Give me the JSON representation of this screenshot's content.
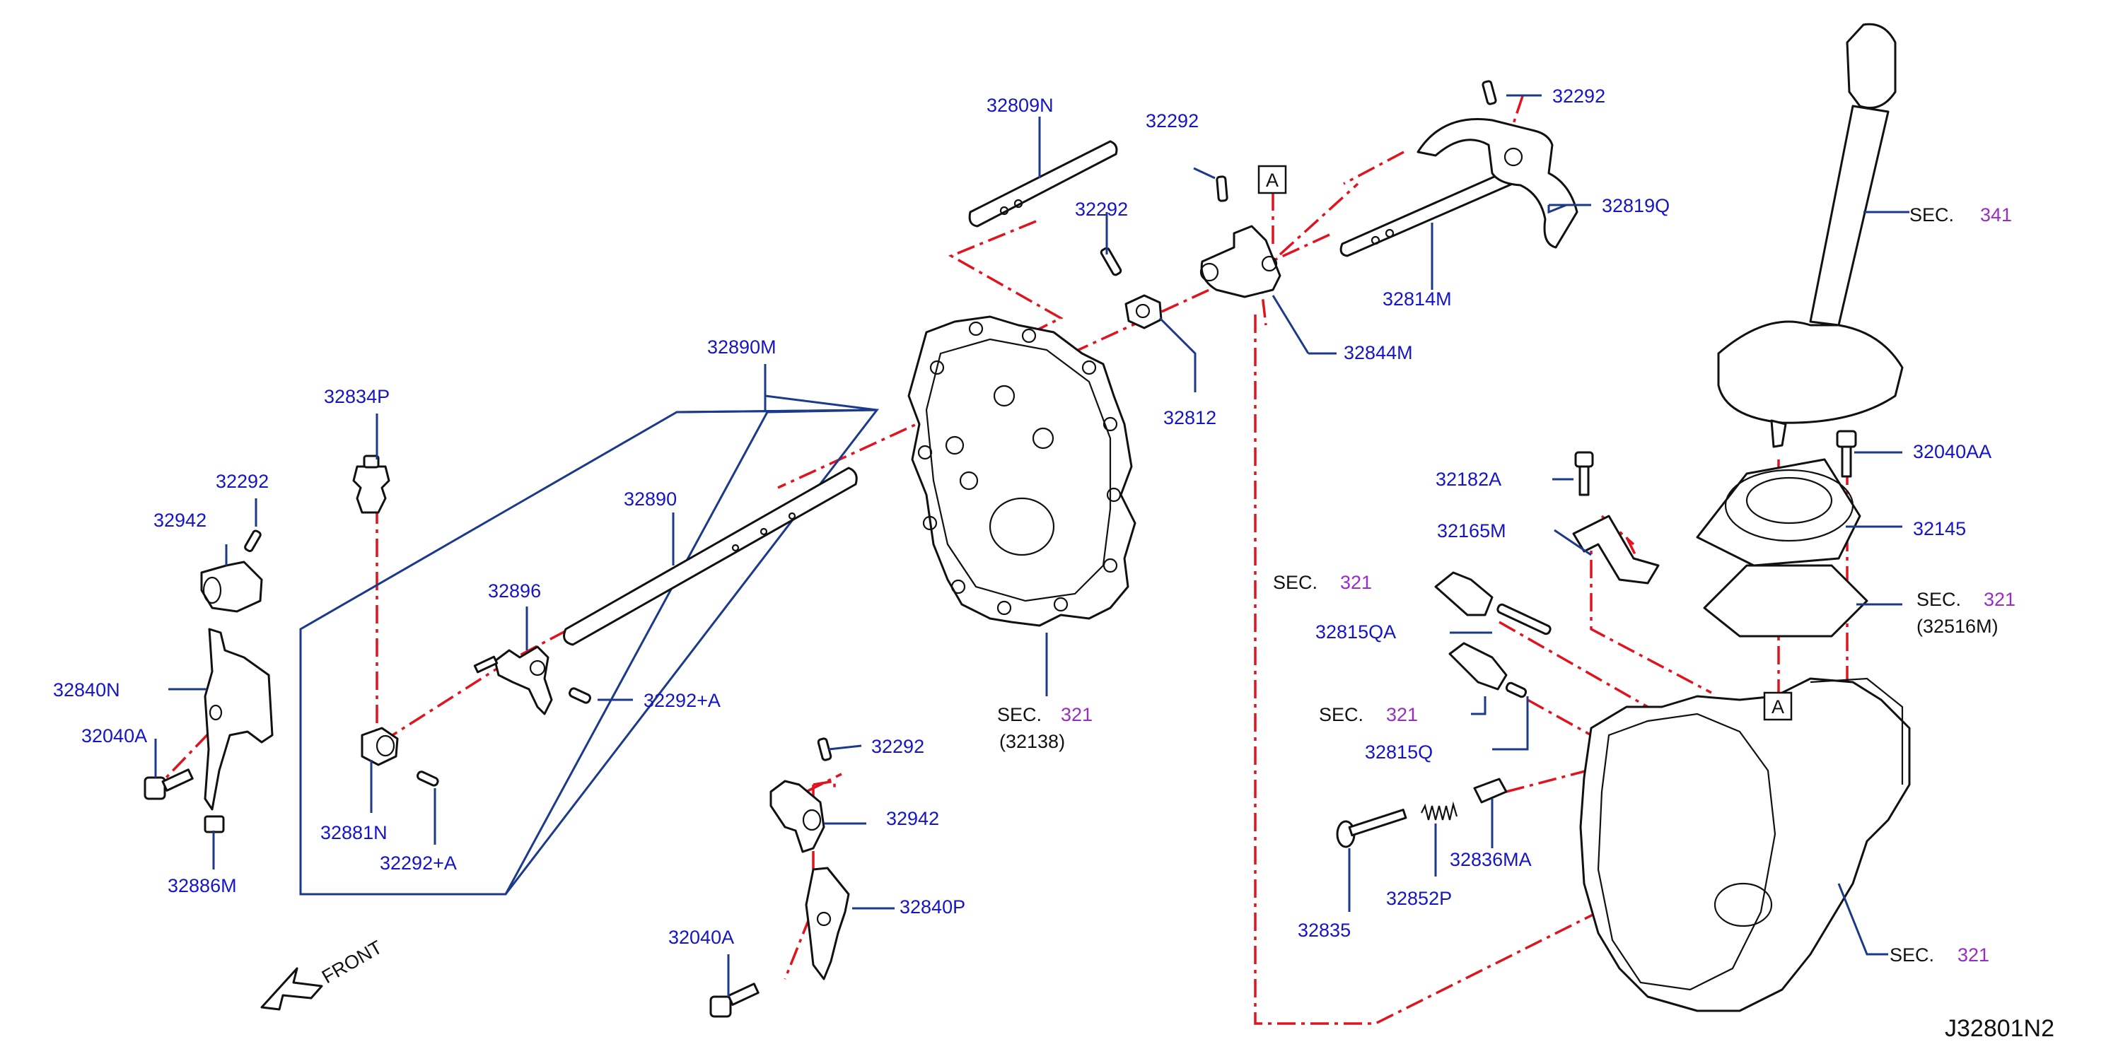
{
  "diagram_id": "J32801N2",
  "front_label": "FRONT",
  "callout_letter": "A",
  "parts": [
    {
      "key": "p32809N",
      "label": "32809N"
    },
    {
      "key": "p32292_top_mid",
      "label": "32292"
    },
    {
      "key": "p32292_top_right",
      "label": "32292"
    },
    {
      "key": "p32292_mid",
      "label": "32292"
    },
    {
      "key": "p32819Q",
      "label": "32819Q"
    },
    {
      "key": "p32814M",
      "label": "32814M"
    },
    {
      "key": "p32844M",
      "label": "32844M"
    },
    {
      "key": "p32812",
      "label": "32812"
    },
    {
      "key": "p32890M",
      "label": "32890M"
    },
    {
      "key": "p32890",
      "label": "32890"
    },
    {
      "key": "p32834P",
      "label": "32834P"
    },
    {
      "key": "p32292_left",
      "label": "32292"
    },
    {
      "key": "p32942_left",
      "label": "32942"
    },
    {
      "key": "p32896",
      "label": "32896"
    },
    {
      "key": "p32292A_1",
      "label": "32292+A"
    },
    {
      "key": "p32840N",
      "label": "32840N"
    },
    {
      "key": "p32040A_left",
      "label": "32040A"
    },
    {
      "key": "p32881N",
      "label": "32881N"
    },
    {
      "key": "p32292A_2",
      "label": "32292+A"
    },
    {
      "key": "p32886M",
      "label": "32886M"
    },
    {
      "key": "p32292_bottom",
      "label": "32292"
    },
    {
      "key": "p32942_bottom",
      "label": "32942"
    },
    {
      "key": "p32840P",
      "label": "32840P"
    },
    {
      "key": "p32040A_bottom",
      "label": "32040A"
    },
    {
      "key": "p32182A",
      "label": "32182A"
    },
    {
      "key": "p32165M",
      "label": "32165M"
    },
    {
      "key": "p32815QA",
      "label": "32815QA"
    },
    {
      "key": "p32815Q",
      "label": "32815Q"
    },
    {
      "key": "p32835",
      "label": "32835"
    },
    {
      "key": "p32852P",
      "label": "32852P"
    },
    {
      "key": "p32836MA",
      "label": "32836MA"
    },
    {
      "key": "p32040AA",
      "label": "32040AA"
    },
    {
      "key": "p32145",
      "label": "32145"
    }
  ],
  "section_refs": [
    {
      "key": "s341",
      "prefix": "SEC.",
      "number": "341",
      "sub": ""
    },
    {
      "key": "s321_case",
      "prefix": "SEC.",
      "number": "321",
      "sub": "(32138)"
    },
    {
      "key": "s321_switch1",
      "prefix": "SEC.",
      "number": "321",
      "sub": ""
    },
    {
      "key": "s321_switch2",
      "prefix": "SEC.",
      "number": "321",
      "sub": ""
    },
    {
      "key": "s321_gasket",
      "prefix": "SEC.",
      "number": "321",
      "sub": "(32516M)"
    },
    {
      "key": "s321_trans",
      "prefix": "SEC.",
      "number": "321",
      "sub": ""
    }
  ],
  "colors": {
    "part_number": "#1414c8",
    "section_number": "#9a2cc6",
    "leader": "#1c3a8a",
    "dash_line": "#e0141e"
  }
}
